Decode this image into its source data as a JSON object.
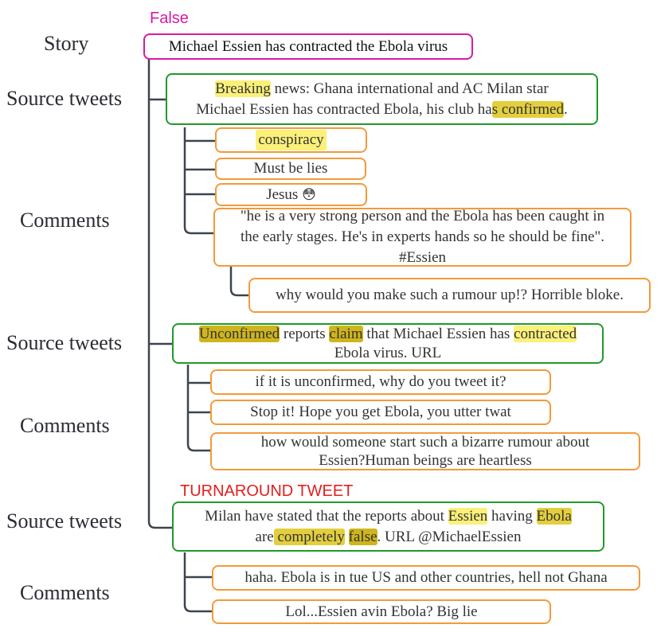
{
  "veracity_label": "False",
  "turnaround_label": "TURNAROUND TWEET",
  "level_labels": {
    "story": "Story",
    "source_tweets": "Source tweets",
    "comments": "Comments"
  },
  "story_text": "Michael Essien has contracted the Ebola virus",
  "source_tweet_1": {
    "line1_hl_breaking": "Breaking",
    "line1_rest": " news: Ghana international and AC Milan star",
    "line2_a": "Michael Essien has contracted Ebola, his club ha",
    "line2_hl": "s confirmed",
    "line2_end": "."
  },
  "comments_1": {
    "c1": "conspiracy",
    "c2": "Must be lies",
    "c3_text": "Jesus",
    "c3_emoji": "😳",
    "c4_line1": "\"he is a very strong person and the Ebola has been caught in",
    "c4_line2": "the early stages. He's in experts hands so he should be fine\".",
    "c4_line3": "#Essien",
    "reply": "why would you make such a rumour up!? Horrible bloke."
  },
  "source_tweet_2": {
    "hl_unconfirmed": "Unconfirmed",
    "t1": " reports ",
    "hl_claim": "claim",
    "t2": " that Michael Essien has ",
    "hl_contracted": "contracted",
    "line2": "Ebola virus. URL"
  },
  "comments_2": {
    "c1": "if it is unconfirmed, why do you tweet it?",
    "c2": "Stop it! Hope you get Ebola, you utter twat",
    "c3_line1": "how would someone start such a bizarre rumour about",
    "c3_line2": "Essien?Human beings are heartless"
  },
  "source_tweet_3": {
    "t1": "Milan have stated that the reports about ",
    "hl_essien": "Essien",
    "t2": " having ",
    "hl_ebola": "Ebola",
    "t3": "are",
    "hl_completely": " completely",
    "t4": " ",
    "hl_false": "false",
    "t5": ". URL @MichaelEssien"
  },
  "comments_3": {
    "c1": "haha. Ebola is in tue US and other countries,  hell not Ghana",
    "c2": "Lol...Essien avin Ebola? Big lie"
  },
  "colors": {
    "story_border": "#d61aa4",
    "source_border": "#1f9a2a",
    "comment_border": "#f39a3a",
    "false_label": "#d61aa4",
    "turnaround_label": "#e0201e",
    "highlight_light": "#fbf07a",
    "highlight_mid": "#e3cf3e",
    "highlight_dark": "#cfb51d"
  }
}
